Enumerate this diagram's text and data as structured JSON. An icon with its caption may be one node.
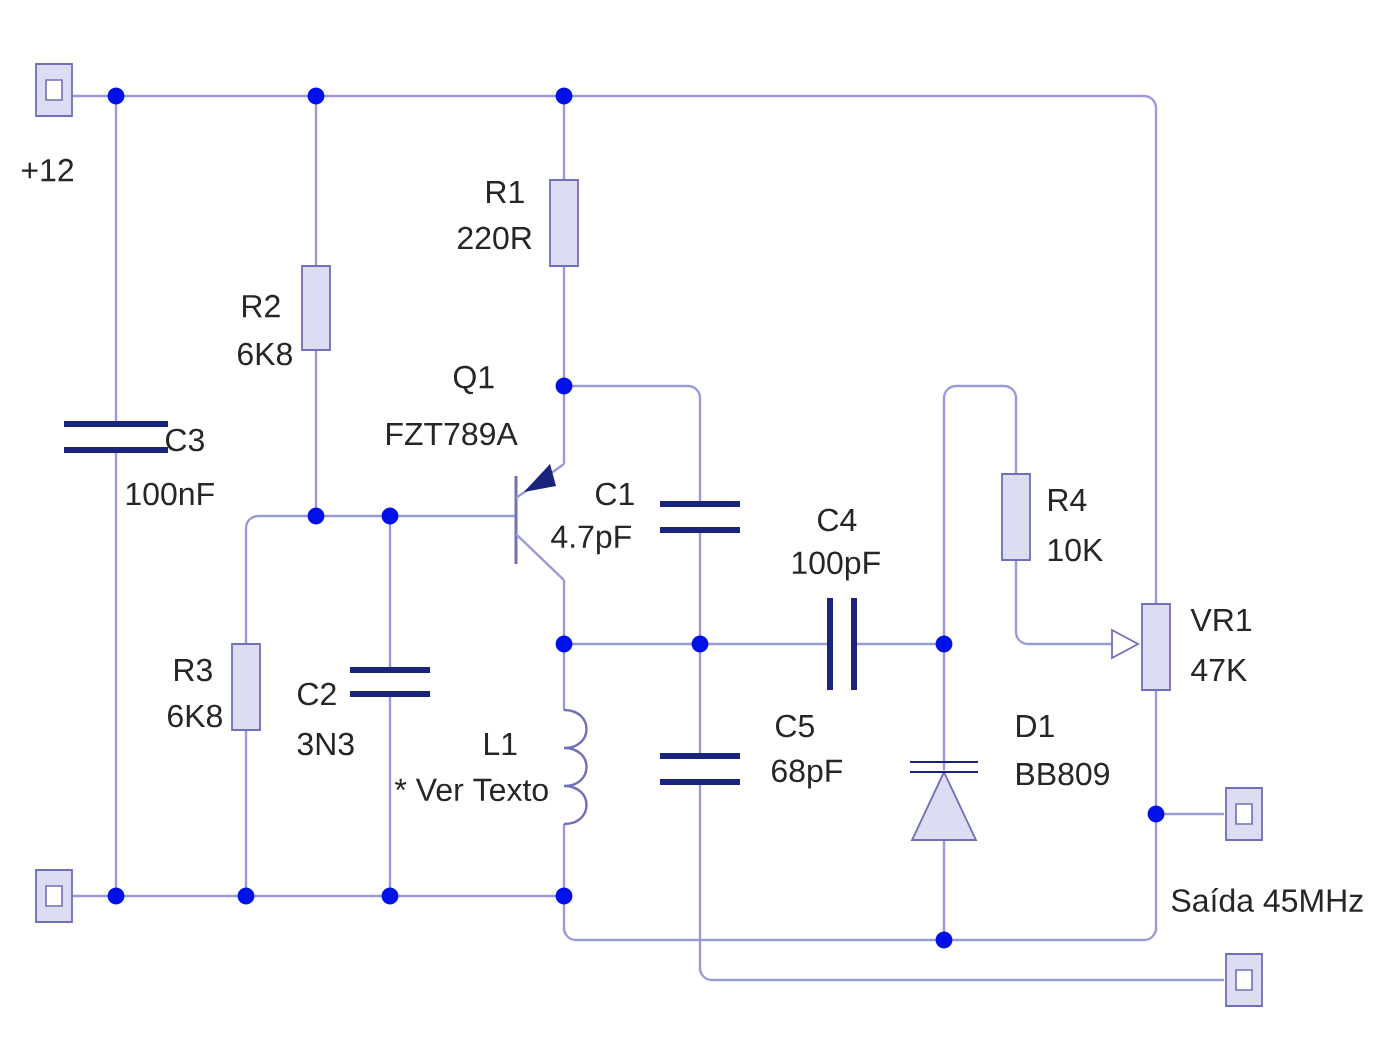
{
  "diagram": {
    "labels": [
      "+12",
      "R1",
      "220R",
      "R2",
      "6K8",
      "Q1",
      "FZT789A",
      "C3",
      "100nF",
      "C1",
      "4.7pF",
      "R4",
      "10K",
      "C4",
      "100pF",
      "VR1",
      "47K",
      "R3",
      "6K8",
      "C2",
      "3N3",
      "L1",
      "* Ver Texto",
      "C5",
      "68pF",
      "D1",
      "BB809",
      "Saída 45MHz"
    ]
  }
}
